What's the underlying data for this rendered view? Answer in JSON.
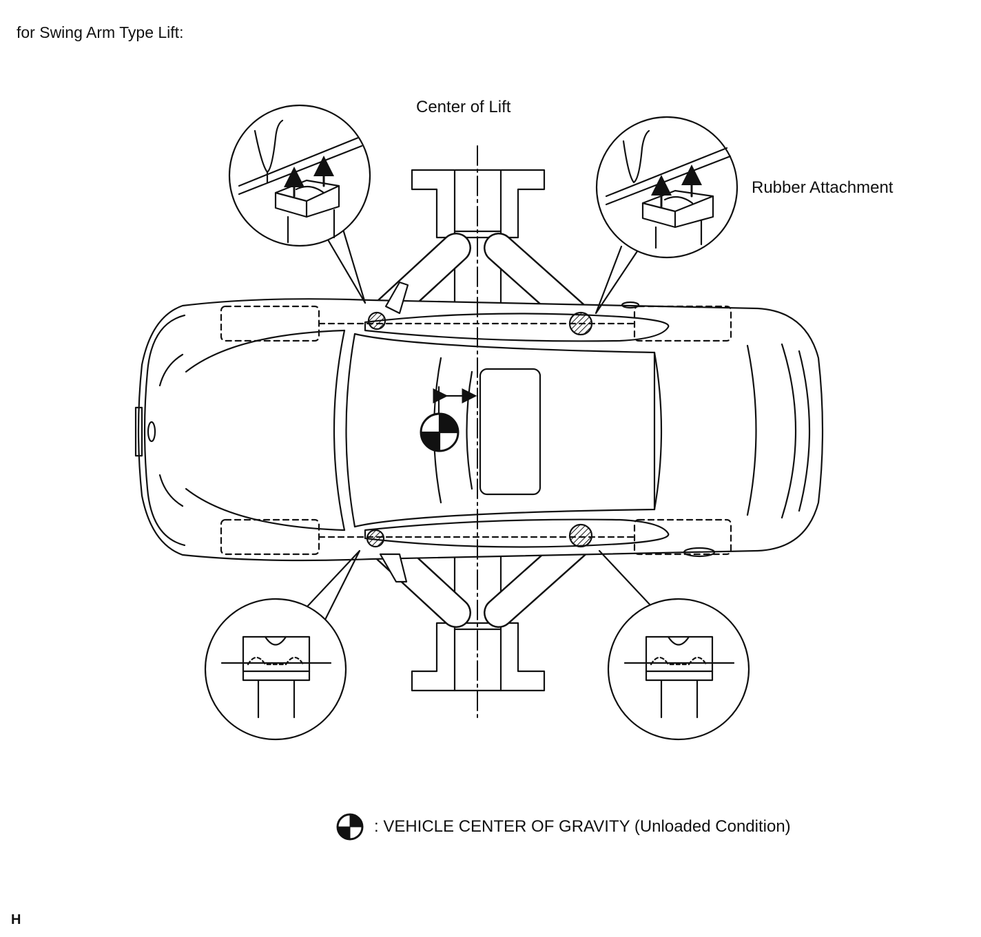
{
  "heading": "for Swing Arm Type Lift:",
  "labels": {
    "center_of_lift": "Center of Lift",
    "rubber_attachment": "Rubber Attachment"
  },
  "legend": {
    "icon": "center-of-gravity-icon",
    "text": ": VEHICLE CENTER OF GRAVITY (Unloaded Condition)"
  },
  "code": "H"
}
